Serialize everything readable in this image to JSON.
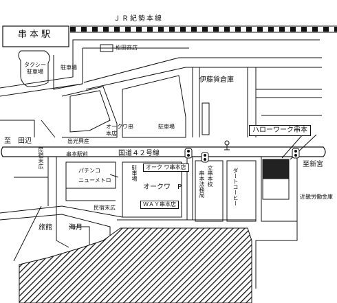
{
  "map": {
    "railway": "ＪＲ紀勢本線",
    "station": "串本駅",
    "labels": {
      "matsuda_shop": "松田商店",
      "taxi_parking": "タクシー駐車場",
      "parking_left": "駐車場",
      "ito_warehouse": "伊藤貨倉庫",
      "okuwa_kushimoto_upper": "オークワ串本店",
      "parking_center": "駐車場",
      "hello_work": "ハローワーク串本",
      "idemitsu": "出光興産",
      "to_tanabe": "至　田辺",
      "kushimoto_ekimae": "串本駅前",
      "route42": "国道４２号線",
      "to_shingu": "至新宮",
      "minshuku_suehiro_vertical": "民宿末広",
      "pachinko": "パチンコ",
      "new_metro": "ニューメトロ",
      "parking_vertical": "駐車場",
      "okuwa_kushimoto_box": "オーク ワ串本店",
      "okuwa_p": "オークワ　P",
      "way_kushimoto": "ＷＡＹ串本店",
      "kushimoto_legal": "串本法務局",
      "kushimoto_school": "立串本校",
      "dart_coffee": "ダートコーヒー",
      "kinki_labor_bank": "近畿労働金庫",
      "minshuku_suehiro": "民宿末広",
      "ryokan": "旅館",
      "kaigetsu": "海月"
    }
  }
}
